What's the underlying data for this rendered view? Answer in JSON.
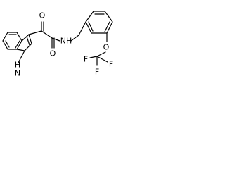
{
  "molecule": {
    "atom_labels": {
      "indole_nh": "H",
      "indole_n": "N",
      "ketone_o": "O",
      "amide_o": "O",
      "amide_nh": "NH",
      "ether_o": "O",
      "f1": "F",
      "f2": "F",
      "f3": "F"
    }
  },
  "colors": {
    "bond": "#000000",
    "label": "#000000",
    "background": "#ffffff"
  }
}
